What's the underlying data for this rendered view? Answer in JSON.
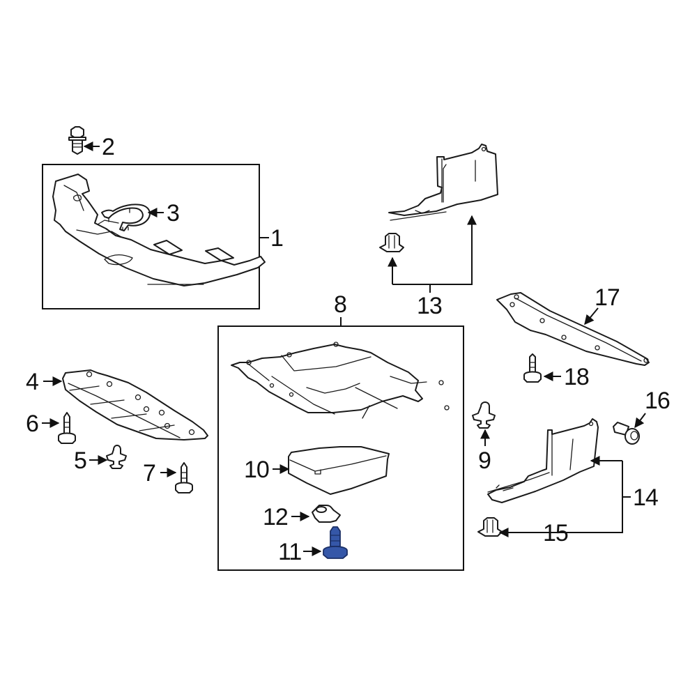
{
  "diagram": {
    "title": "",
    "background": "#ffffff",
    "line_color": "#111111",
    "highlight_color": "#3557a8",
    "highlighted_part": "11",
    "groups": [
      {
        "id": "group-1",
        "label": "1",
        "contains": [
          "1",
          "3"
        ]
      },
      {
        "id": "group-8",
        "label": "8",
        "contains": [
          "10",
          "11",
          "12"
        ]
      },
      {
        "id": "group-13",
        "label": "13",
        "contains": [
          "13-shield",
          "13-clip"
        ]
      },
      {
        "id": "group-14",
        "label": "14",
        "contains": [
          "14-shield",
          "15"
        ]
      }
    ],
    "callouts": [
      {
        "number": "1",
        "part": "front-bumper-under-cover-assembly"
      },
      {
        "number": "2",
        "part": "flange-bolt"
      },
      {
        "number": "3",
        "part": "retainer-bracket"
      },
      {
        "number": "4",
        "part": "side-under-cover-panel"
      },
      {
        "number": "5",
        "part": "push-clip"
      },
      {
        "number": "6",
        "part": "flange-bolt"
      },
      {
        "number": "7",
        "part": "flange-bolt"
      },
      {
        "number": "8",
        "part": "engine-under-cover-assembly"
      },
      {
        "number": "9",
        "part": "push-clip"
      },
      {
        "number": "10",
        "part": "under-cover-insulator"
      },
      {
        "number": "11",
        "part": "flange-bolt-highlighted"
      },
      {
        "number": "12",
        "part": "speed-nut"
      },
      {
        "number": "13",
        "part": "splash-shield-left"
      },
      {
        "number": "14",
        "part": "splash-shield-right"
      },
      {
        "number": "15",
        "part": "shield-clip"
      },
      {
        "number": "16",
        "part": "shoulder-bolt"
      },
      {
        "number": "17",
        "part": "rear-under-cover-panel"
      },
      {
        "number": "18",
        "part": "flange-bolt"
      }
    ]
  }
}
